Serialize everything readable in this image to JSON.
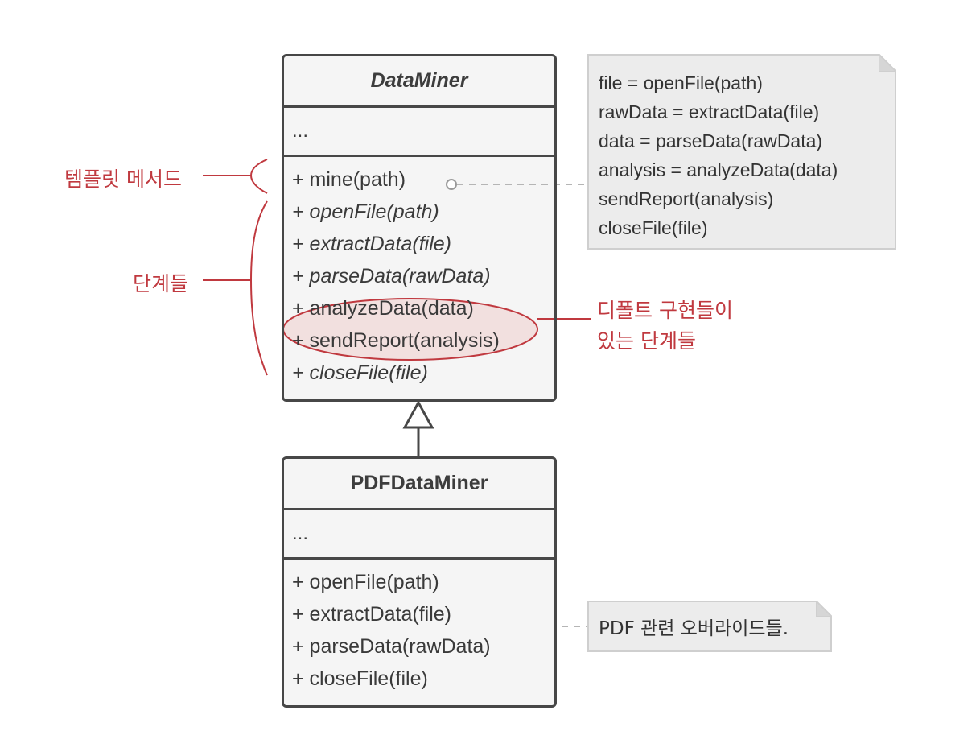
{
  "superclass": {
    "name": "DataMiner",
    "fields": "...",
    "methods": [
      {
        "label": "+ mine(path)",
        "abstract": false
      },
      {
        "label": "+ openFile(path)",
        "abstract": true
      },
      {
        "label": "+ extractData(file)",
        "abstract": true
      },
      {
        "label": "+ parseData(rawData)",
        "abstract": true
      },
      {
        "label": "+ analyzeData(data)",
        "abstract": false
      },
      {
        "label": "+ sendReport(analysis)",
        "abstract": false
      },
      {
        "label": "+ closeFile(file)",
        "abstract": true
      }
    ]
  },
  "subclass": {
    "name": "PDFDataMiner",
    "fields": "...",
    "methods": [
      {
        "label": "+ openFile(path)"
      },
      {
        "label": "+ extractData(file)"
      },
      {
        "label": "+ parseData(rawData)"
      },
      {
        "label": "+ closeFile(file)"
      }
    ]
  },
  "code_note": {
    "lines": [
      "file = openFile(path)",
      "rawData = extractData(file)",
      "data = parseData(rawData)",
      "analysis = analyzeData(data)",
      "sendReport(analysis)",
      "closeFile(file)"
    ]
  },
  "override_note": {
    "text": "PDF 관련 오버라이드들."
  },
  "annotations": {
    "template_method": "템플릿 메서드",
    "steps": "단계들",
    "default_steps_line1": "디폴트 구현들이",
    "default_steps_line2": "있는 단계들"
  },
  "colors": {
    "accent": "#c0393f",
    "highlight_fill": "#f1dcdb",
    "box_border": "#474747",
    "box_fill": "#f5f5f5",
    "note_fill": "#ececec"
  }
}
